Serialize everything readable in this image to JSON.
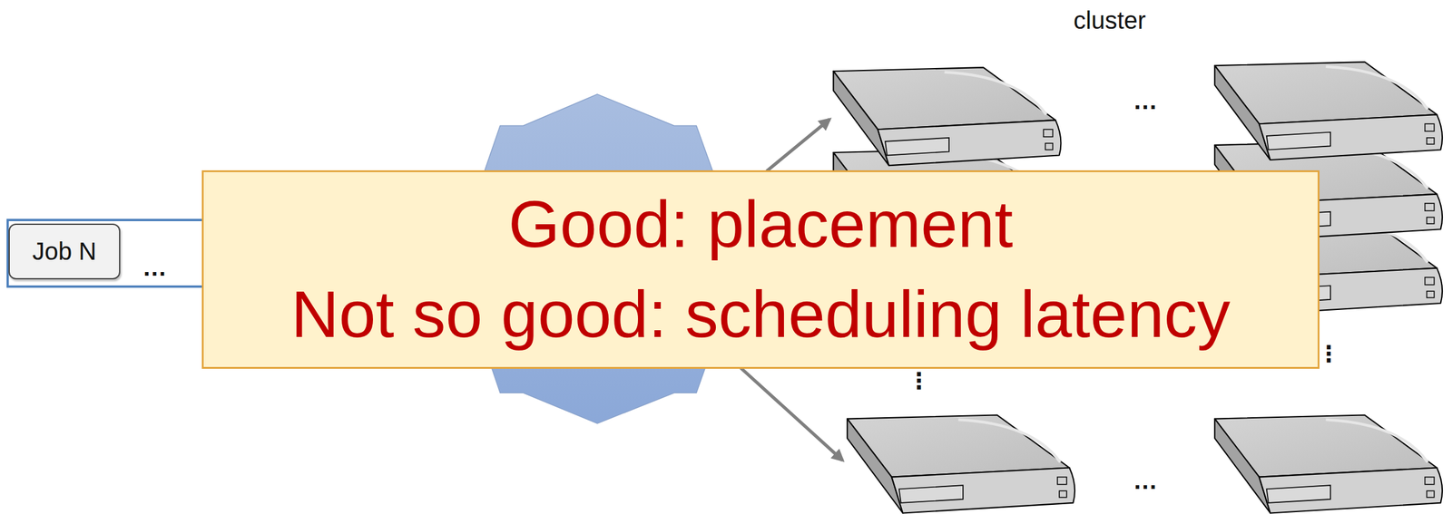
{
  "diagram": {
    "nodes": [
      {
        "text": [
          "Job N"
        ]
      },
      {
        "text": [
          "Good: placement",
          "Not so good: scheduling latency"
        ]
      }
    ],
    "labels": [
      "cluster",
      "…",
      "…",
      "…",
      "⋮",
      "⋮"
    ]
  }
}
